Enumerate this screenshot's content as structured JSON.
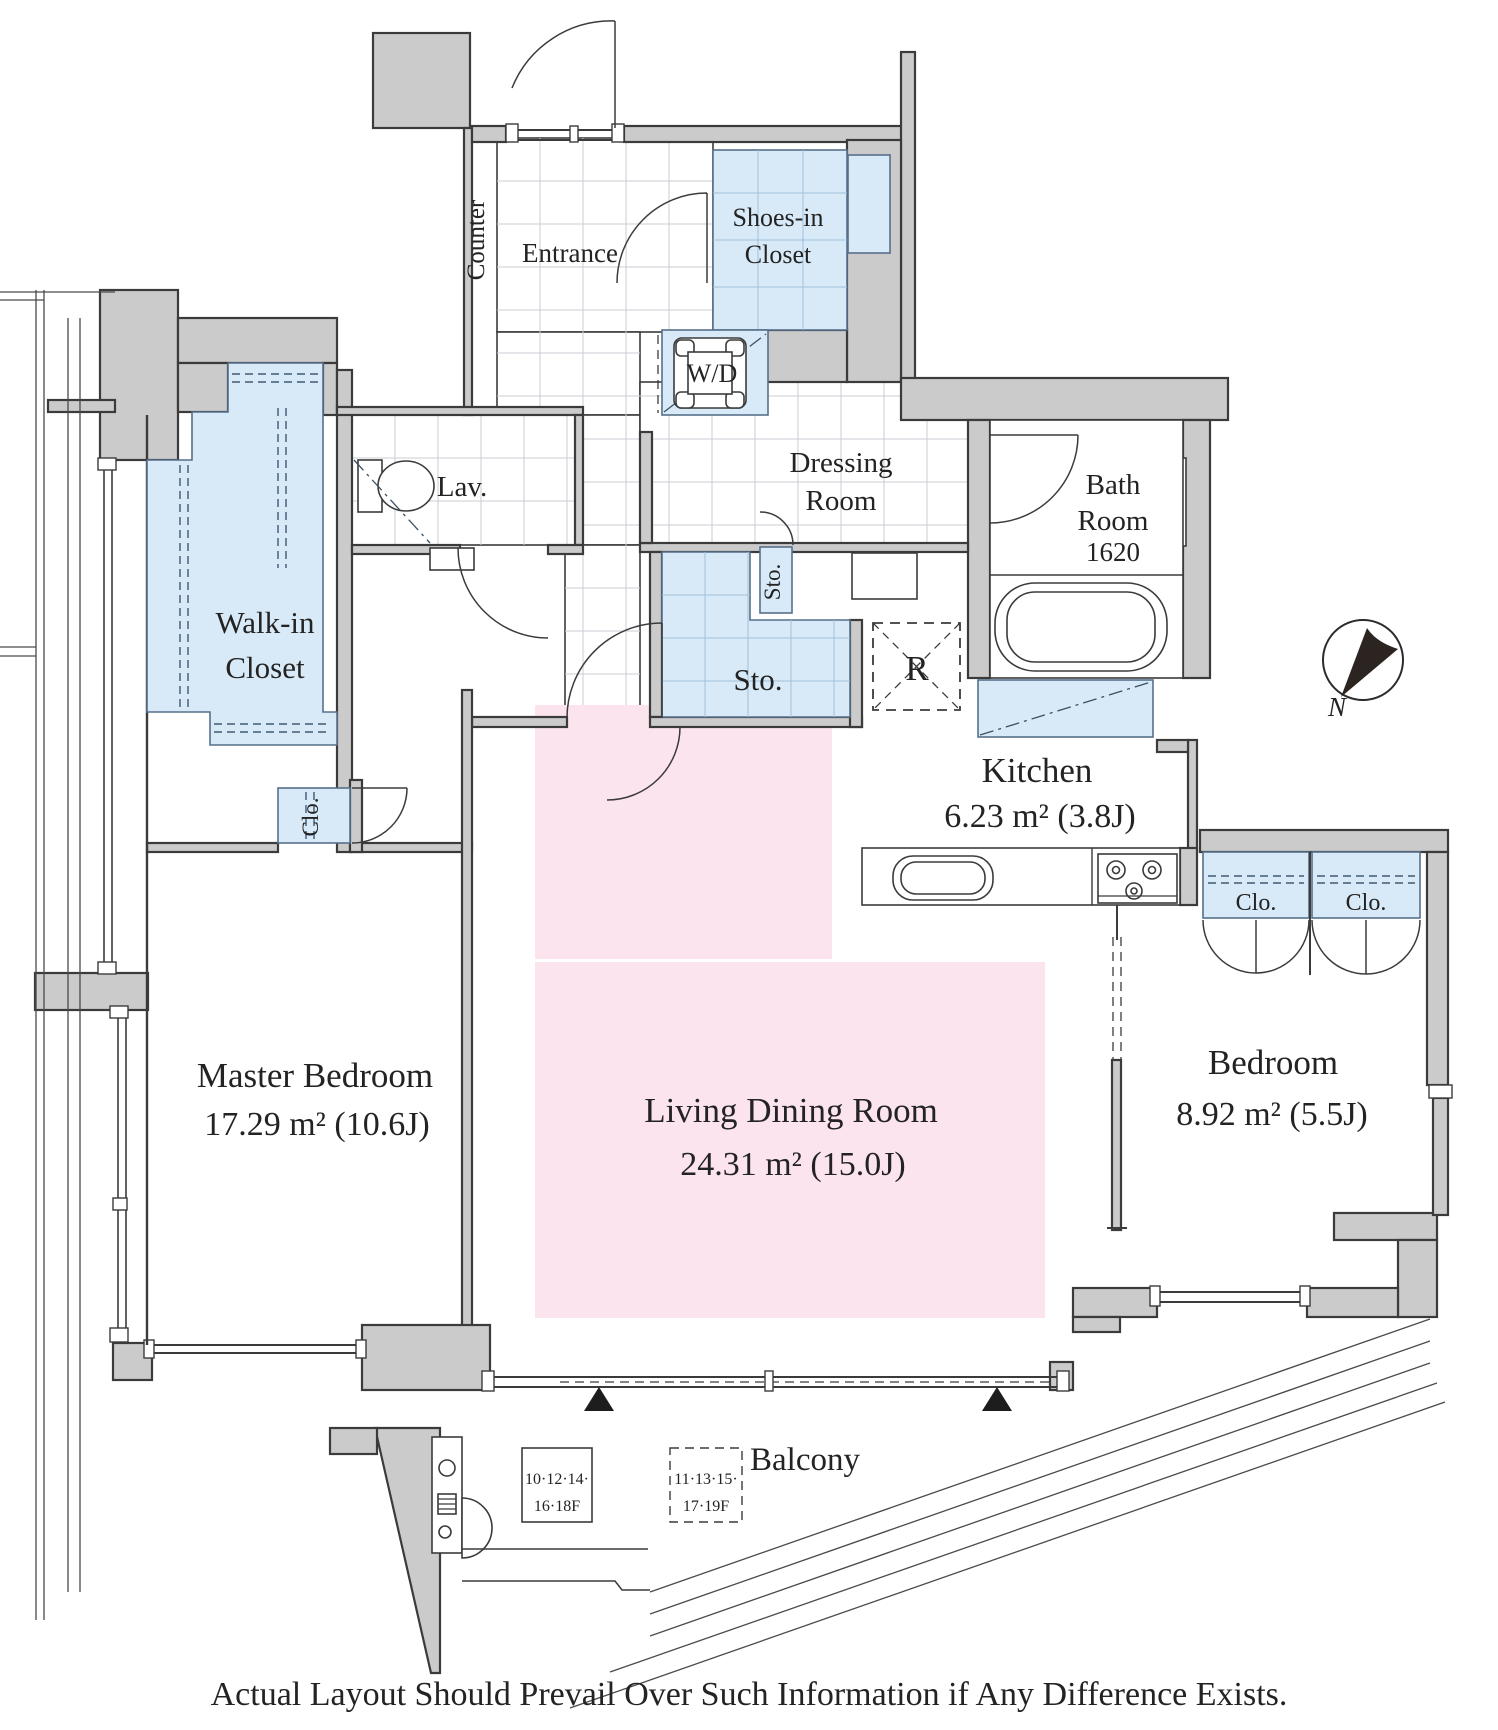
{
  "rooms": {
    "entrance": {
      "label": "Entrance"
    },
    "counter": {
      "label": "Counter"
    },
    "shoes_closet": {
      "line1": "Shoes-in",
      "line2": "Closet"
    },
    "wd": {
      "label": "W/D"
    },
    "dressing_room": {
      "line1": "Dressing",
      "line2": "Room"
    },
    "bath_room": {
      "line1": "Bath",
      "line2": "Room",
      "size": "1620"
    },
    "lavatory": {
      "label": "Lav."
    },
    "storage_small": {
      "label": "Sto."
    },
    "storage_large": {
      "label": "Sto."
    },
    "refrigerator": {
      "label": "R"
    },
    "kitchen": {
      "label": "Kitchen",
      "area": "6.23 m²  (3.8J)"
    },
    "walk_in_closet": {
      "line1": "Walk-in",
      "line2": "Closet"
    },
    "closet_master": {
      "label": "Clo."
    },
    "master_bedroom": {
      "label": "Master Bedroom",
      "area": "17.29 m²  (10.6J)"
    },
    "living_dining": {
      "label": "Living Dining Room",
      "area": "24.31 m²  (15.0J)"
    },
    "bedroom": {
      "label": "Bedroom",
      "area": "8.92 m²  (5.5J)"
    },
    "closet_1": {
      "label": "Clo."
    },
    "closet_2": {
      "label": "Clo."
    },
    "balcony": {
      "label": "Balcony"
    }
  },
  "annotations": {
    "floors_solid_line1": "10·12·14·",
    "floors_solid_line2": "16·18F",
    "floors_dashed_line1": "11·13·15·",
    "floors_dashed_line2": "17·19F",
    "compass_north": "N",
    "disclaimer": "Actual Layout Should Prevail Over Such Information if Any Difference Exists."
  },
  "colors": {
    "wall_fill": "#cbcbcb",
    "wall_line": "#3b3b3b",
    "closet_fill": "#d8eaf7",
    "highlight_pink": "#fce4ef",
    "tile_line": "#c9cdd4"
  }
}
